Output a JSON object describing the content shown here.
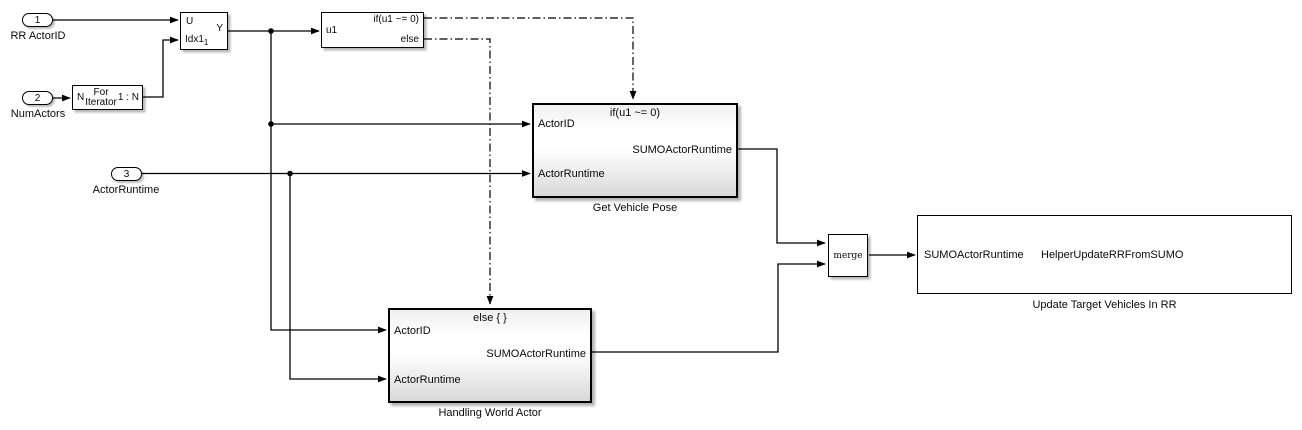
{
  "diagram": {
    "colors": {
      "wire": "#000000",
      "block_border": "#000000",
      "subsystem_fill_bottom": "#d9d9d9"
    },
    "inports": [
      {
        "number": "1",
        "label": "RR ActorID"
      },
      {
        "number": "2",
        "label": "NumActors"
      },
      {
        "number": "3",
        "label": "ActorRuntime"
      }
    ],
    "selector": {
      "in1": "U",
      "in2": "Idx1",
      "in2_sub": "1",
      "out": "Y"
    },
    "for_iterator": {
      "in": "N",
      "line1": "For",
      "line2": "Iterator",
      "out": "1 : N"
    },
    "if_block": {
      "in": "u1",
      "out_if": "if(u1 ~= 0)",
      "out_else": "else"
    },
    "get_vehicle_pose": {
      "name": "Get Vehicle Pose",
      "action_label": "if(u1 ~= 0)",
      "in1": "ActorID",
      "in2": "ActorRuntime",
      "out": "SUMOActorRuntime"
    },
    "handling_world_actor": {
      "name": "Handling World Actor",
      "action_label": "else { }",
      "in1": "ActorID",
      "in2": "ActorRuntime",
      "out": "SUMOActorRuntime"
    },
    "merge": {
      "label": "merge"
    },
    "update_block": {
      "name": "Update Target Vehicles In RR",
      "in": "SUMOActorRuntime",
      "text": "HelperUpdateRRFromSUMO"
    }
  }
}
